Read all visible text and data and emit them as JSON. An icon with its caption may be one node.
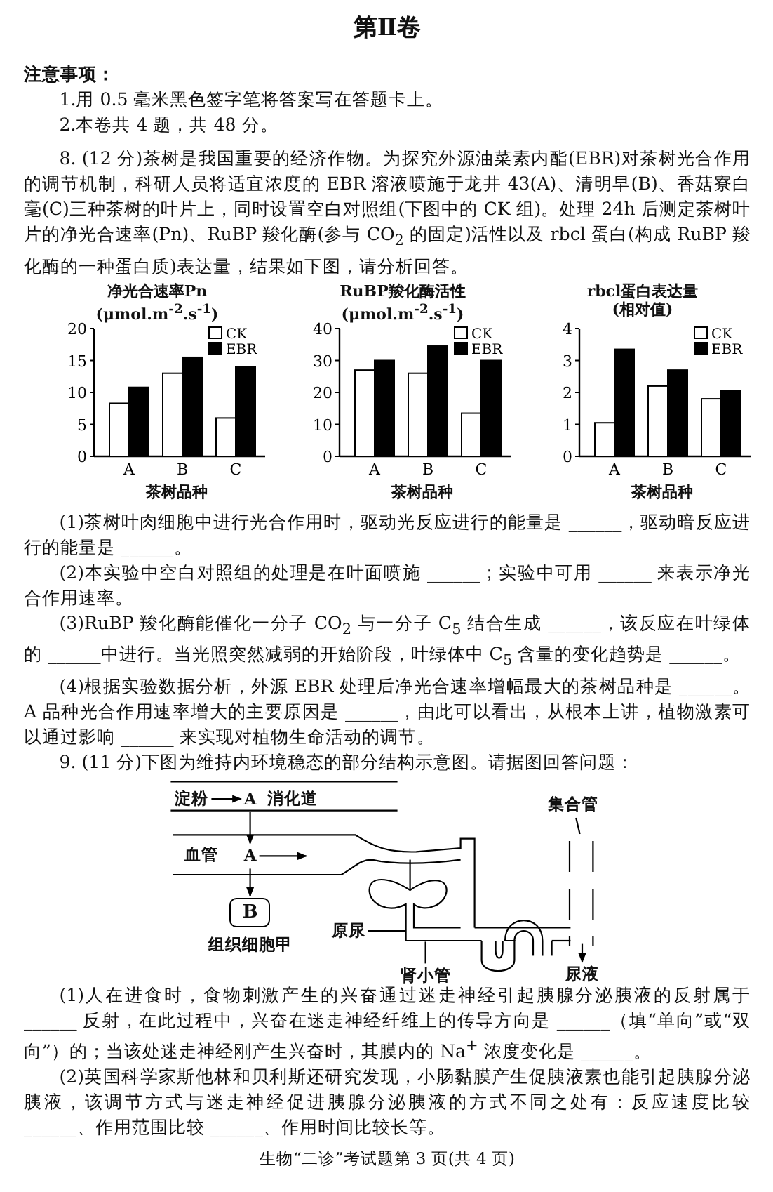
{
  "diagram": {
    "title": "第Ⅱ卷",
    "nodes": [
      {
        "text": [
          "淀粉"
        ]
      },
      {
        "text": [
          "A"
        ]
      },
      {
        "text": [
          "A"
        ]
      },
      {
        "text": [
          "B"
        ],
        "beside": [
          "组织细胞甲"
        ]
      },
      {
        "text": [
          "原尿"
        ]
      },
      {
        "text": [
          "肾小管"
        ]
      },
      {
        "text": [
          "集合管"
        ]
      },
      {
        "text": [
          "尿液"
        ]
      }
    ],
    "edges": [
      {
        "from": 0,
        "to": 1,
        "arrow": "to"
      },
      {
        "from": 1,
        "to": 2,
        "arrow": "to"
      },
      {
        "from": 2,
        "to": null,
        "arrow": "to"
      },
      {
        "from": 2,
        "to": 3,
        "arrow": "to"
      },
      {
        "from": 4,
        "to": null,
        "arrow": "none"
      },
      {
        "from": 5,
        "to": null,
        "arrow": "none"
      },
      {
        "from": 6,
        "to": null,
        "arrow": "none"
      },
      {
        "from": null,
        "to": 7,
        "arrow": "to"
      }
    ],
    "labels": [
      "注意事项：",
      "1.用 0.5 毫米黑色签字笔将答案写在答题卡上。",
      "2.本卷共 4 题，共 48 分。",
      "8. (12 分)茶树是我国重要的经济作物。为探究外源油菜素内酯(EBR)对茶树光合作用的调节机制，科研人员将适宜浓度的 EBR 溶液喷施于龙井 43(A)、清明早(B)、香菇寮白毫(C)三种茶树的叶片上，同时设置空白对照组(下图中的 CK 组)。处理 24h 后测定茶树叶片的净光合速率(Pn)、RuBP 羧化酶(参与 CO$_{2}$ 的固定)活性以及 rbcl 蛋白(构成 RuBP 羧化酶的一种蛋白质)表达量，结果如下图，请分析回答。",
      "(1)茶树叶肉细胞中进行光合作用时，驱动光反应进行的能量是 ______，驱动暗反应进行的能量是 ______。",
      "(2)本实验中空白对照组的处理是在叶面喷施 ______；实验中可用 ______ 来表示净光合作用速率。",
      "(3)RuBP 羧化酶能催化一分子 CO$_{2}$ 与一分子 C$_{5}$ 结合生成 ______，该反应在叶绿体的 ______中进行。当光照突然减弱的开始阶段，叶绿体中 C$_{5}$ 含量的变化趋势是 ______。",
      "(4)根据实验数据分析，外源 EBR 处理后净光合速率增幅最大的茶树品种是 ______。A 品种光合作用速率增大的主要原因是 ______，由此可以看出，从根本上讲，植物激素可以通过影响 ______ 来实现对植物生命活动的调节。",
      "9. (11 分)下图为维持内环境稳态的部分结构示意图。请据图回答问题：",
      "消化道",
      "血管",
      "(1)人在进食时，食物刺激产生的兴奋通过迷走神经引起胰腺分泌胰液的反射属于 ______ 反射，在此过程中，兴奋在迷走神经纤维上的传导方向是 ______（填“单向”或“双向”）的；当该处迷走神经刚产生兴奋时，其膜内的 Na$^{+}$ 浓度变化是 ______。",
      "(2)英国科学家斯他林和贝利斯还研究发现，小肠黏膜产生促胰液素也能引起胰腺分泌胰液，该调节方式与迷走神经促进胰腺分泌胰液的方式不同之处有：反应速度比较 ______、作用范围比较 ______、作用时间比较长等。",
      "生物“二诊”考试题第 3 页(共 4 页)"
    ],
    "chart_data": [
      {
        "type": "bar",
        "title": "净光合速率Pn (μmol.m$^{-2}$.s$^{-1}$)",
        "xlabel": "茶树品种",
        "categories": [
          "A",
          "B",
          "C"
        ],
        "series": [
          {
            "name": "CK",
            "color": "#ffffff",
            "values": [
              8.3,
              13,
              6
            ]
          },
          {
            "name": "EBR",
            "color": "#000000",
            "values": [
              10.8,
              15.5,
              14
            ]
          }
        ],
        "ylim": [
          0,
          20
        ],
        "yticks": [
          0,
          5,
          10,
          15,
          20
        ],
        "legend": "upper right"
      },
      {
        "type": "bar",
        "title": "RuBP羧化酶活性 (μmol.m$^{-2}$.s$^{-1}$)",
        "xlabel": "茶树品种",
        "categories": [
          "A",
          "B",
          "C"
        ],
        "series": [
          {
            "name": "CK",
            "color": "#ffffff",
            "values": [
              27,
              26,
              13.5
            ]
          },
          {
            "name": "EBR",
            "color": "#000000",
            "values": [
              30,
              34.5,
              30
            ]
          }
        ],
        "ylim": [
          0,
          40
        ],
        "yticks": [
          0,
          10,
          20,
          30,
          40
        ],
        "legend": "upper right"
      },
      {
        "type": "bar",
        "title": "rbcl蛋白表达量 (相对值)",
        "xlabel": "茶树品种",
        "categories": [
          "A",
          "B",
          "C"
        ],
        "series": [
          {
            "name": "CK",
            "color": "#ffffff",
            "values": [
              1.05,
              2.2,
              1.8
            ]
          },
          {
            "name": "EBR",
            "color": "#000000",
            "values": [
              3.35,
              2.7,
              2.05
            ]
          }
        ],
        "ylim": [
          0,
          4
        ],
        "yticks": [
          0,
          1,
          2,
          3,
          4
        ],
        "legend": "upper right"
      }
    ]
  }
}
